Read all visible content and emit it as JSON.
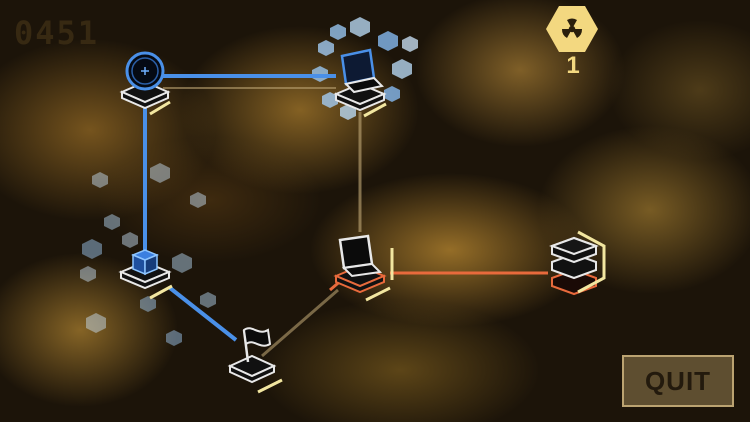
{
  "hud": {
    "score": "0451",
    "hazard_icon": "radiation-icon",
    "hazard_color": "#f3d880",
    "hazard_count": "1"
  },
  "buttons": {
    "quit_label": "QUIT"
  },
  "colors": {
    "secured_link": "#4a90e8",
    "danger_link": "#e86a3c",
    "neutral_link": "#b8a070",
    "selection_bracket": "#f2e6a0"
  },
  "nodes": [
    {
      "name": "node-target-top-left",
      "icon": "crosshair-icon",
      "state": "secured"
    },
    {
      "name": "node-laptop-top",
      "icon": "laptop-icon",
      "state": "secured"
    },
    {
      "name": "node-cube-left",
      "icon": "cube-icon",
      "state": "secured"
    },
    {
      "name": "node-laptop-center",
      "icon": "laptop-icon",
      "state": "danger"
    },
    {
      "name": "node-server-right",
      "icon": "server-stack-icon",
      "state": "danger"
    },
    {
      "name": "node-flag-bottom",
      "icon": "flag-icon",
      "state": "neutral"
    }
  ]
}
